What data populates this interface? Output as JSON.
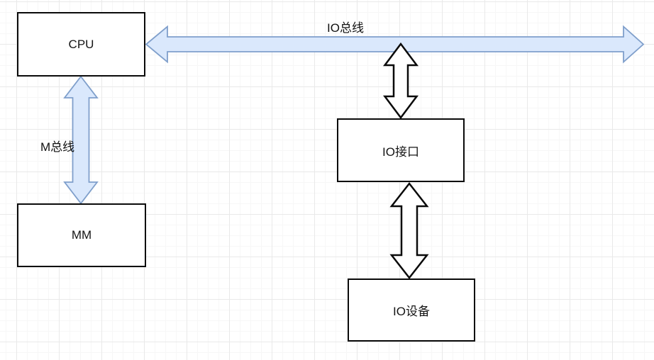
{
  "diagram": {
    "nodes": [
      {
        "id": "cpu",
        "label": "CPU"
      },
      {
        "id": "mm",
        "label": "MM"
      },
      {
        "id": "io-interface",
        "label": "IO接口"
      },
      {
        "id": "io-device",
        "label": "IO设备"
      }
    ],
    "buses": [
      {
        "id": "io-bus",
        "label": "IO总线",
        "shape": "horizontal-double-arrow",
        "connects": [
          "cpu",
          "right-edge"
        ]
      },
      {
        "id": "m-bus",
        "label": "M总线",
        "shape": "vertical-double-arrow",
        "connects": [
          "cpu",
          "mm"
        ]
      }
    ],
    "connectors": [
      {
        "id": "io-bus-to-interface",
        "shape": "vertical-double-arrow-outline",
        "connects": [
          "io-bus",
          "io-interface"
        ]
      },
      {
        "id": "interface-to-device",
        "shape": "vertical-double-arrow-outline",
        "connects": [
          "io-interface",
          "io-device"
        ]
      }
    ],
    "colors": {
      "canvas": "#ffffff",
      "grid_major": "#e9e9e9",
      "grid_minor": "#f7f7f7",
      "node_fill": "#ffffff",
      "node_border": "#0a0a0a",
      "bus_fill": "#dae8fc",
      "bus_stroke": "#7f9fcb",
      "connector_fill": "#ffffff",
      "connector_stroke": "#0a0a0a"
    }
  }
}
